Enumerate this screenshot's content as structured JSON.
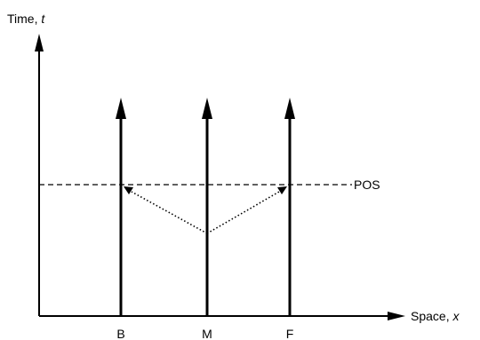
{
  "axes": {
    "y_label": "Time, ",
    "y_var": "t",
    "x_label": "Space, ",
    "x_var": "x"
  },
  "worldlines": [
    {
      "id": "B",
      "label": "B"
    },
    {
      "id": "M",
      "label": "M"
    },
    {
      "id": "F",
      "label": "F"
    }
  ],
  "simultaneity_line": {
    "label": "POS"
  },
  "signals": [
    {
      "from": "M",
      "to": "B",
      "style": "dotted"
    },
    {
      "from": "M",
      "to": "F",
      "style": "dotted"
    }
  ],
  "colors": {
    "ink": "#000000",
    "background": "#ffffff"
  }
}
